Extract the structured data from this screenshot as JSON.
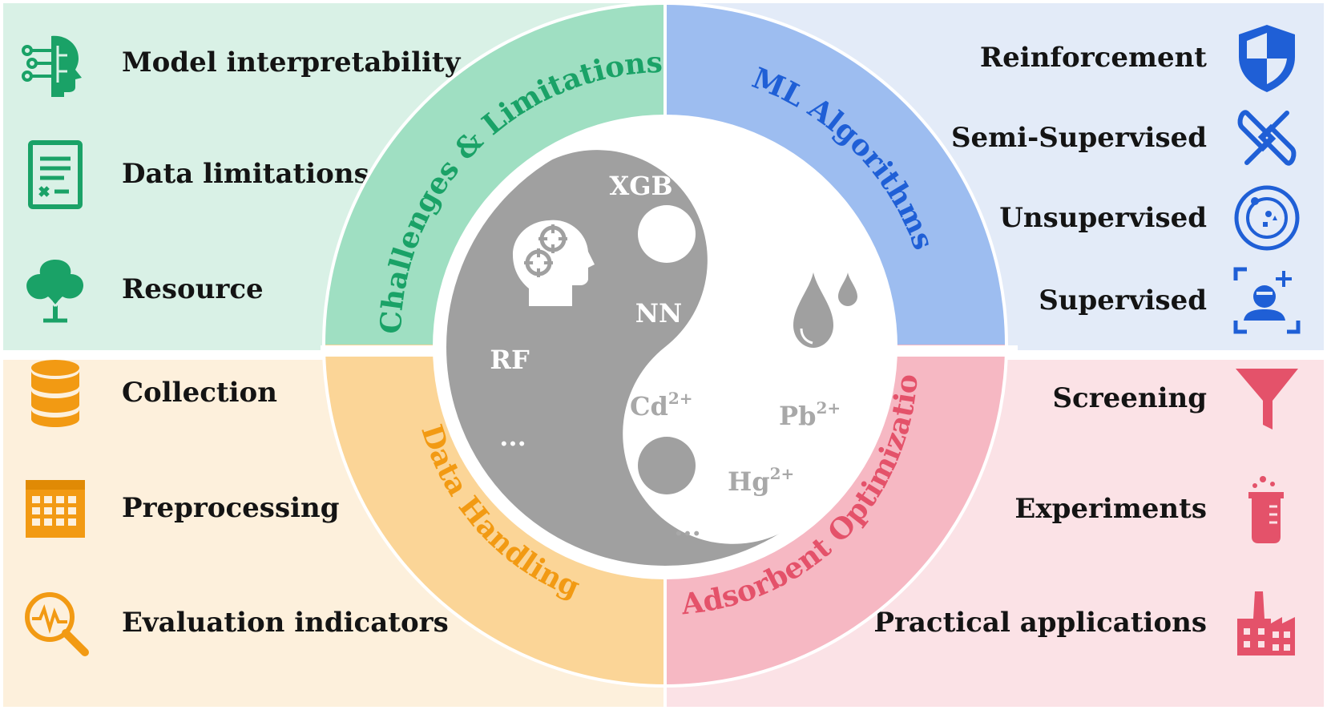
{
  "colors": {
    "green": "#1aa267",
    "blue": "#1f5fd6",
    "orange": "#f29a13",
    "red": "#e4526a",
    "gray": "#9e9e9e"
  },
  "quadrants": {
    "challenges": {
      "title": "Challenges & Limitations",
      "items": [
        {
          "label": "Model interpretability",
          "icon": "ai-head-icon"
        },
        {
          "label": "Data limitations",
          "icon": "document-checklist-icon"
        },
        {
          "label": "Resource",
          "icon": "tree-icon"
        }
      ]
    },
    "algorithms": {
      "title": "ML Algorithms",
      "items": [
        {
          "label": "Reinforcement",
          "icon": "shield-icon"
        },
        {
          "label": "Semi-Supervised",
          "icon": "link-chain-icon"
        },
        {
          "label": "Unsupervised",
          "icon": "cluster-circle-icon"
        },
        {
          "label": "Supervised",
          "icon": "face-scan-icon"
        }
      ]
    },
    "data_handling": {
      "title": "Data Handling",
      "items": [
        {
          "label": "Collection",
          "icon": "database-icon"
        },
        {
          "label": "Preprocessing",
          "icon": "calendar-grid-icon"
        },
        {
          "label": "Evaluation indicators",
          "icon": "magnifier-pulse-icon"
        }
      ]
    },
    "adsorbent": {
      "title": "Adsorbent Optimization",
      "items": [
        {
          "label": "Screening",
          "icon": "funnel-icon"
        },
        {
          "label": "Experiments",
          "icon": "beaker-icon"
        },
        {
          "label": "Practical applications",
          "icon": "factory-icon"
        }
      ]
    }
  },
  "yin_yang": {
    "ml_side": {
      "xgb": "XGB",
      "nn": "NN",
      "rf": "RF",
      "more": "...",
      "icon": "brain-gears-icon"
    },
    "metal_side": {
      "cd": "Cd",
      "cd_charge": "2+",
      "pb": "Pb",
      "pb_charge": "2+",
      "hg": "Hg",
      "hg_charge": "2+",
      "more": "...",
      "icon": "water-drop-icon"
    }
  }
}
